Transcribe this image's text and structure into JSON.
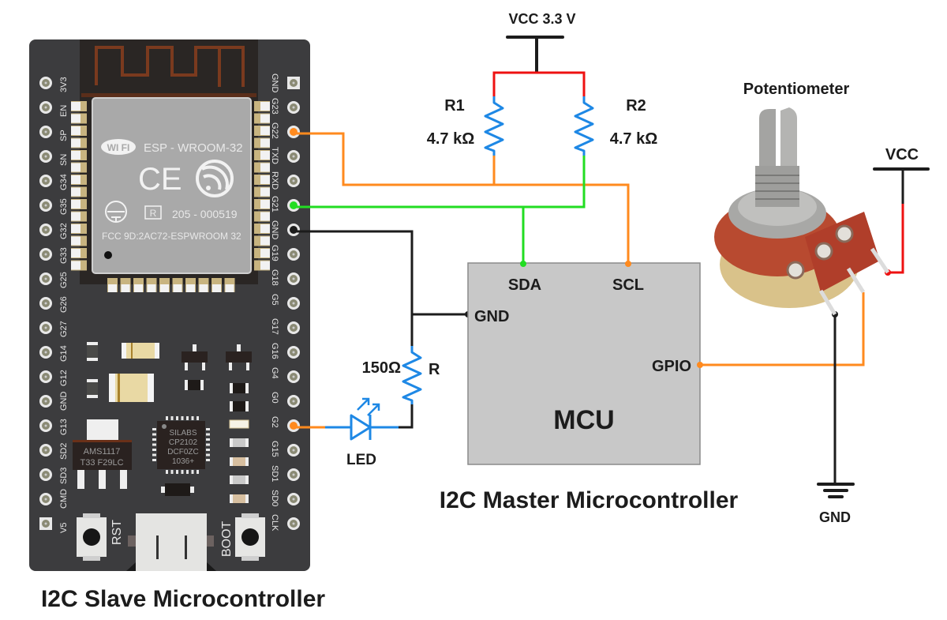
{
  "titles": {
    "slave": "I2C Slave Microcontroller",
    "master": "I2C Master Microcontroller",
    "potentiometer": "Potentiometer"
  },
  "power": {
    "vcc_top": "VCC 3.3 V",
    "vcc_pot": "VCC",
    "gnd_pot": "GND"
  },
  "resistors": {
    "r1_name": "R1",
    "r1_value": "4.7 kΩ",
    "r2_name": "R2",
    "r2_value": "4.7 kΩ",
    "r_name": "R",
    "r_value": "150Ω"
  },
  "led": {
    "label": "LED"
  },
  "mcu": {
    "name": "MCU",
    "pins": {
      "sda": "SDA",
      "scl": "SCL",
      "gnd": "GND",
      "gpio": "GPIO"
    }
  },
  "board": {
    "module_name": "ESP - WROOM-32",
    "wifi_logo": "WI FI",
    "cert_r": "R",
    "cert_number": "205 - 000519",
    "fcc": "FCC 9D:2AC72-ESPWROOM 32",
    "regulator": [
      "AMS1117",
      "T33 F29LC"
    ],
    "usb_chip": [
      "SILABS",
      "CP2102",
      "DCF0ZC",
      "1036+"
    ],
    "rst_label": "RST",
    "boot_label": "BOOT",
    "left_pins": [
      "3V3",
      "EN",
      "SP",
      "SN",
      "G34",
      "G35",
      "G32",
      "G33",
      "G25",
      "G26",
      "G27",
      "G14",
      "G12",
      "GND",
      "G13",
      "SD2",
      "SD3",
      "CMD",
      "V5"
    ],
    "right_pins": [
      "GND",
      "G23",
      "G22",
      "TXD",
      "RXD",
      "G21",
      "GND",
      "G19",
      "G18",
      "G5",
      "G17",
      "G16",
      "G4",
      "G0",
      "G2",
      "G15",
      "SD1",
      "SD0",
      "CLK"
    ]
  },
  "wire_colors": {
    "scl": "#ff8a1e",
    "sda": "#22dd22",
    "gnd": "#1c1c1c",
    "vcc": "#ee1111",
    "component": "#1e88e5",
    "mcu_fill": "#c8c8c8",
    "board": "#3c3c3e"
  }
}
